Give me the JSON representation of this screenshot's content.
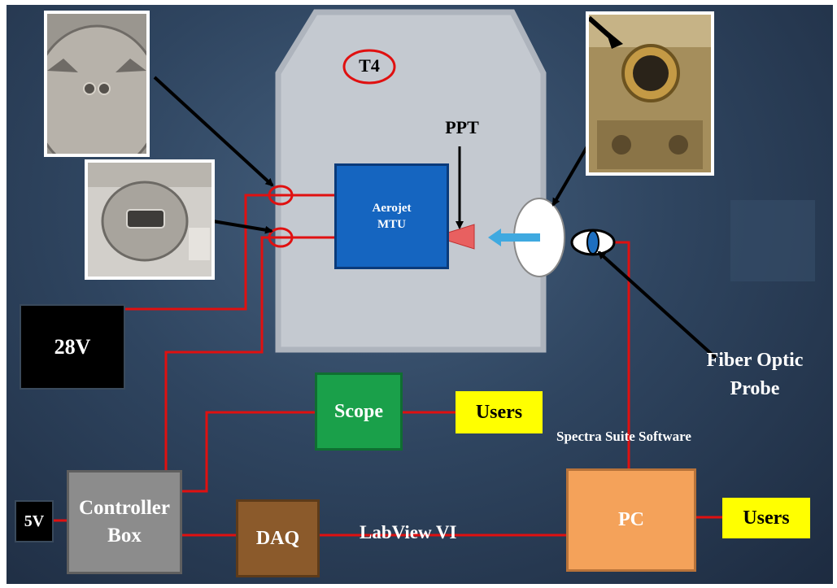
{
  "chamber": {
    "label": "T4"
  },
  "thruster": {
    "label": "PPT"
  },
  "mtu": {
    "line1": "Aerojet",
    "line2": "MTU"
  },
  "power_28v": {
    "label": "28V"
  },
  "power_5v": {
    "label": "5V"
  },
  "controller": {
    "line1": "Controller",
    "line2": "Box"
  },
  "daq": {
    "label": "DAQ"
  },
  "scope": {
    "label": "Scope"
  },
  "pc": {
    "label": "PC"
  },
  "users_scope": {
    "label": "Users"
  },
  "users_pc": {
    "label": "Users"
  },
  "fiber": {
    "line1": "Fiber Optic",
    "line2": "Probe"
  },
  "software": {
    "label": "Spectra Suite Software"
  },
  "labview": {
    "label": "LabView VI"
  },
  "colors": {
    "wire": "#e01010",
    "chamber": "#c3c8cf",
    "mtu": "#1565c0",
    "scope": "#1aa04a",
    "daq": "#8b5a2b",
    "pc": "#f4a25a",
    "controller": "#8c8c8c",
    "users": "#ffff00"
  }
}
